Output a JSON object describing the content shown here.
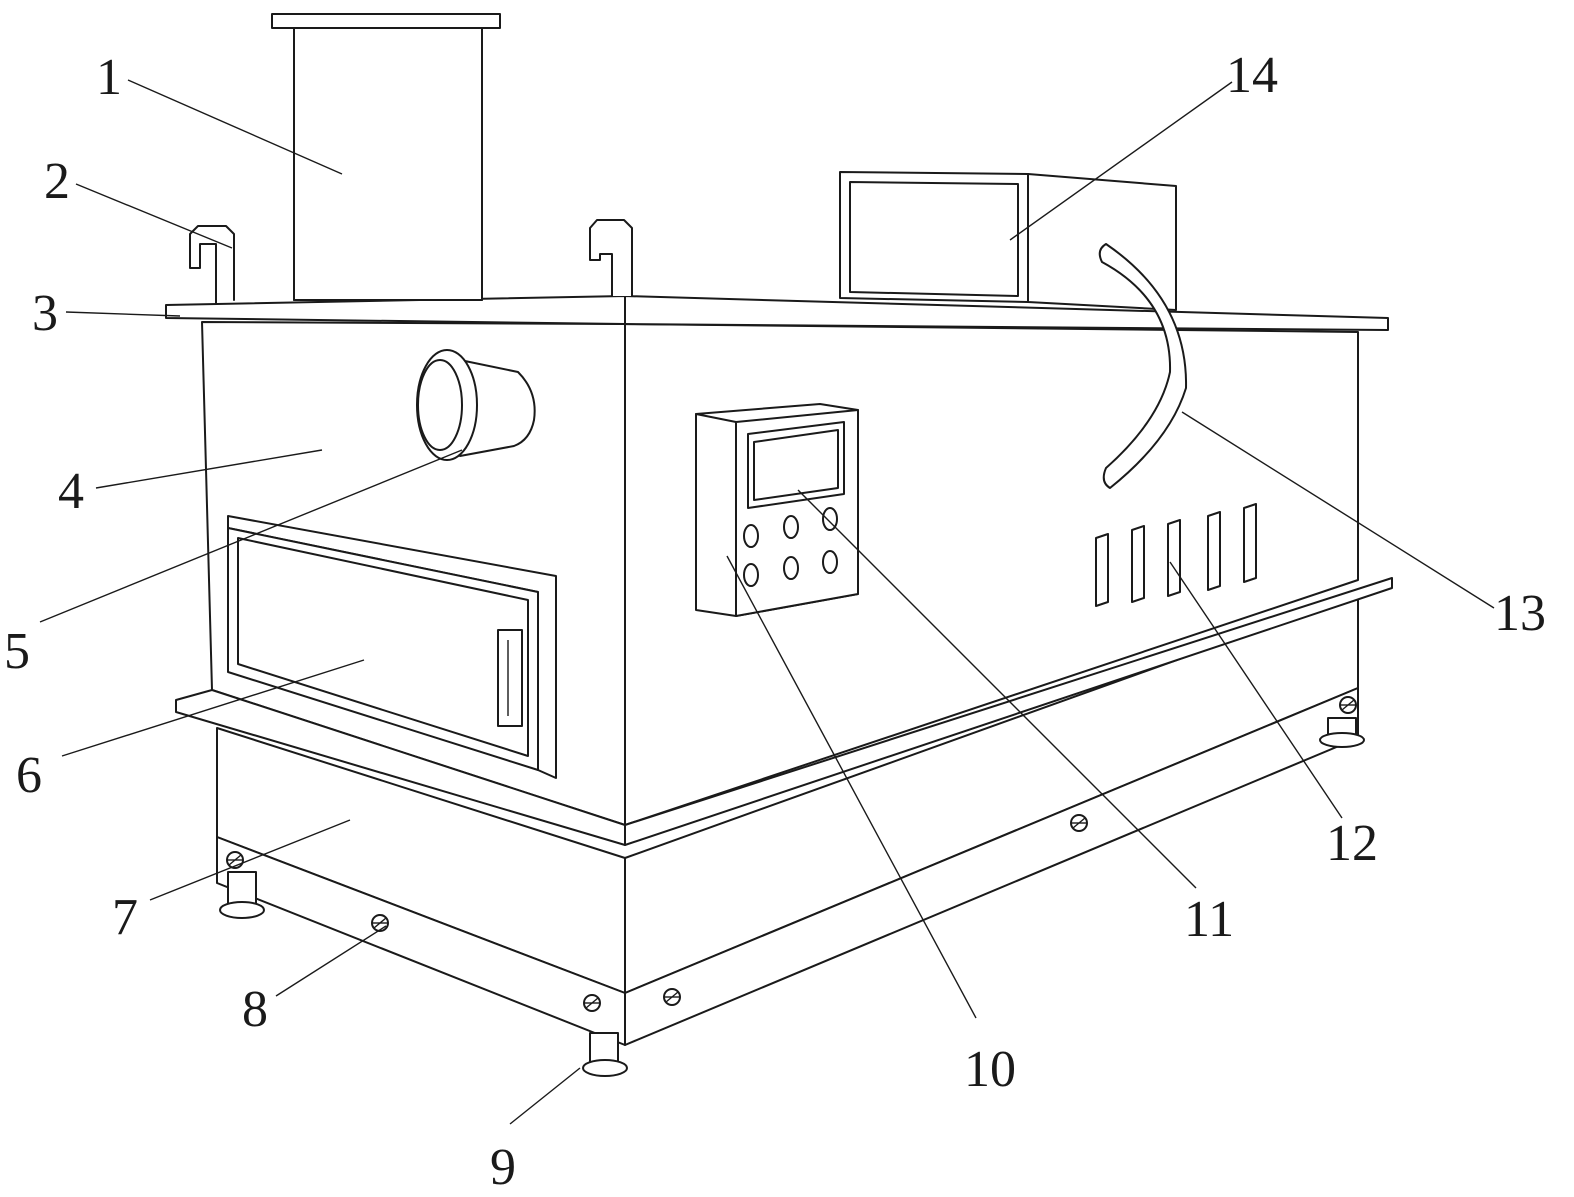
{
  "labels": [
    {
      "id": "1",
      "text": "1"
    },
    {
      "id": "2",
      "text": "2"
    },
    {
      "id": "3",
      "text": "3"
    },
    {
      "id": "4",
      "text": "4"
    },
    {
      "id": "5",
      "text": "5"
    },
    {
      "id": "6",
      "text": "6"
    },
    {
      "id": "7",
      "text": "7"
    },
    {
      "id": "8",
      "text": "8"
    },
    {
      "id": "9",
      "text": "9"
    },
    {
      "id": "10",
      "text": "10"
    },
    {
      "id": "11",
      "text": "11"
    },
    {
      "id": "12",
      "text": "12"
    },
    {
      "id": "13",
      "text": "13"
    },
    {
      "id": "14",
      "text": "14"
    }
  ],
  "colors": {
    "line": "#1a1a1a",
    "background": "#ffffff"
  }
}
